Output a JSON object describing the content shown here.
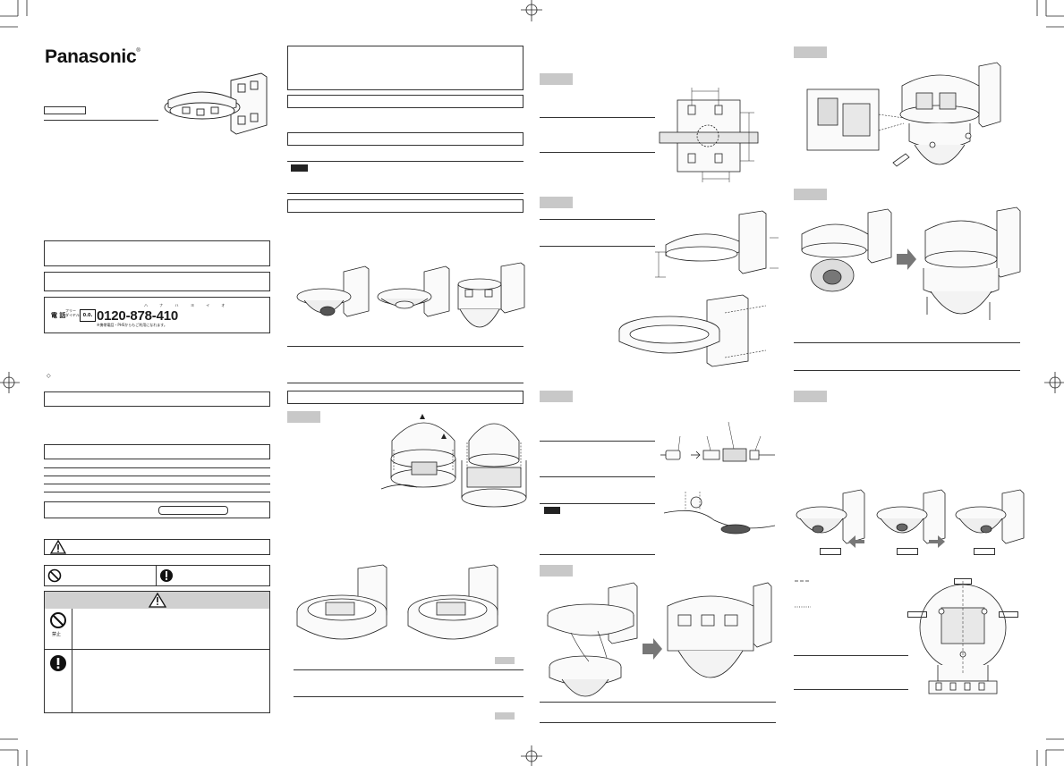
{
  "brand": {
    "logo_text": "Panasonic",
    "trademark": "®"
  },
  "contact": {
    "phone_label": "電 話",
    "free_dial_label": "フリー\nダイヤル",
    "free_dial_badge": "0.0.",
    "phone_number": "0120-878-410",
    "phone_ruby": "ハ ナ ハ ヨ イ オ",
    "phone_note": "※携帯電話・PHSからもご利用になれます。"
  },
  "diamond_note": "◇",
  "icons": {
    "prohibited": "prohibited-icon",
    "mandatory": "mandatory-exclamation-icon",
    "warning": "warning-triangle-icon"
  },
  "warning_labels": {
    "prohibited_label": "禁止"
  },
  "colors": {
    "ink": "#1a1a1a",
    "step_tab": "#c8c8c8",
    "warning_bar": "#d0d0d0"
  }
}
